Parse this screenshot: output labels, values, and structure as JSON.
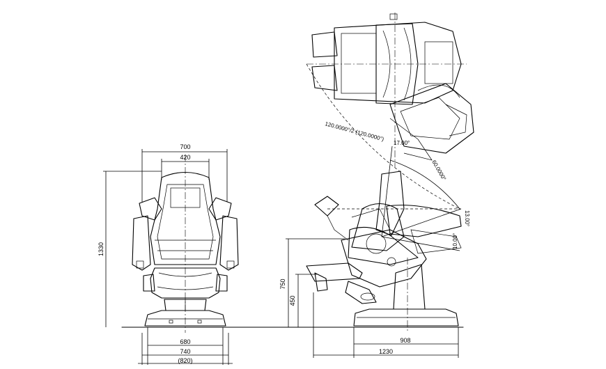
{
  "front_view": {
    "width_top": "700",
    "width_inner": "420",
    "height_total": "1330",
    "base_680": "680",
    "base_740": "740",
    "base_820": "(820)"
  },
  "side_view": {
    "height_750": "750",
    "height_450": "450",
    "length_908": "908",
    "length_1230": "1230",
    "tilt_label": "13.00°",
    "tilt_bottom_label": "10.00°",
    "arc_angle": "60.0000°",
    "angle_top": "17.00°"
  },
  "top_view": {
    "rotation_label": "120.0000°/2 (120.0000°)"
  }
}
